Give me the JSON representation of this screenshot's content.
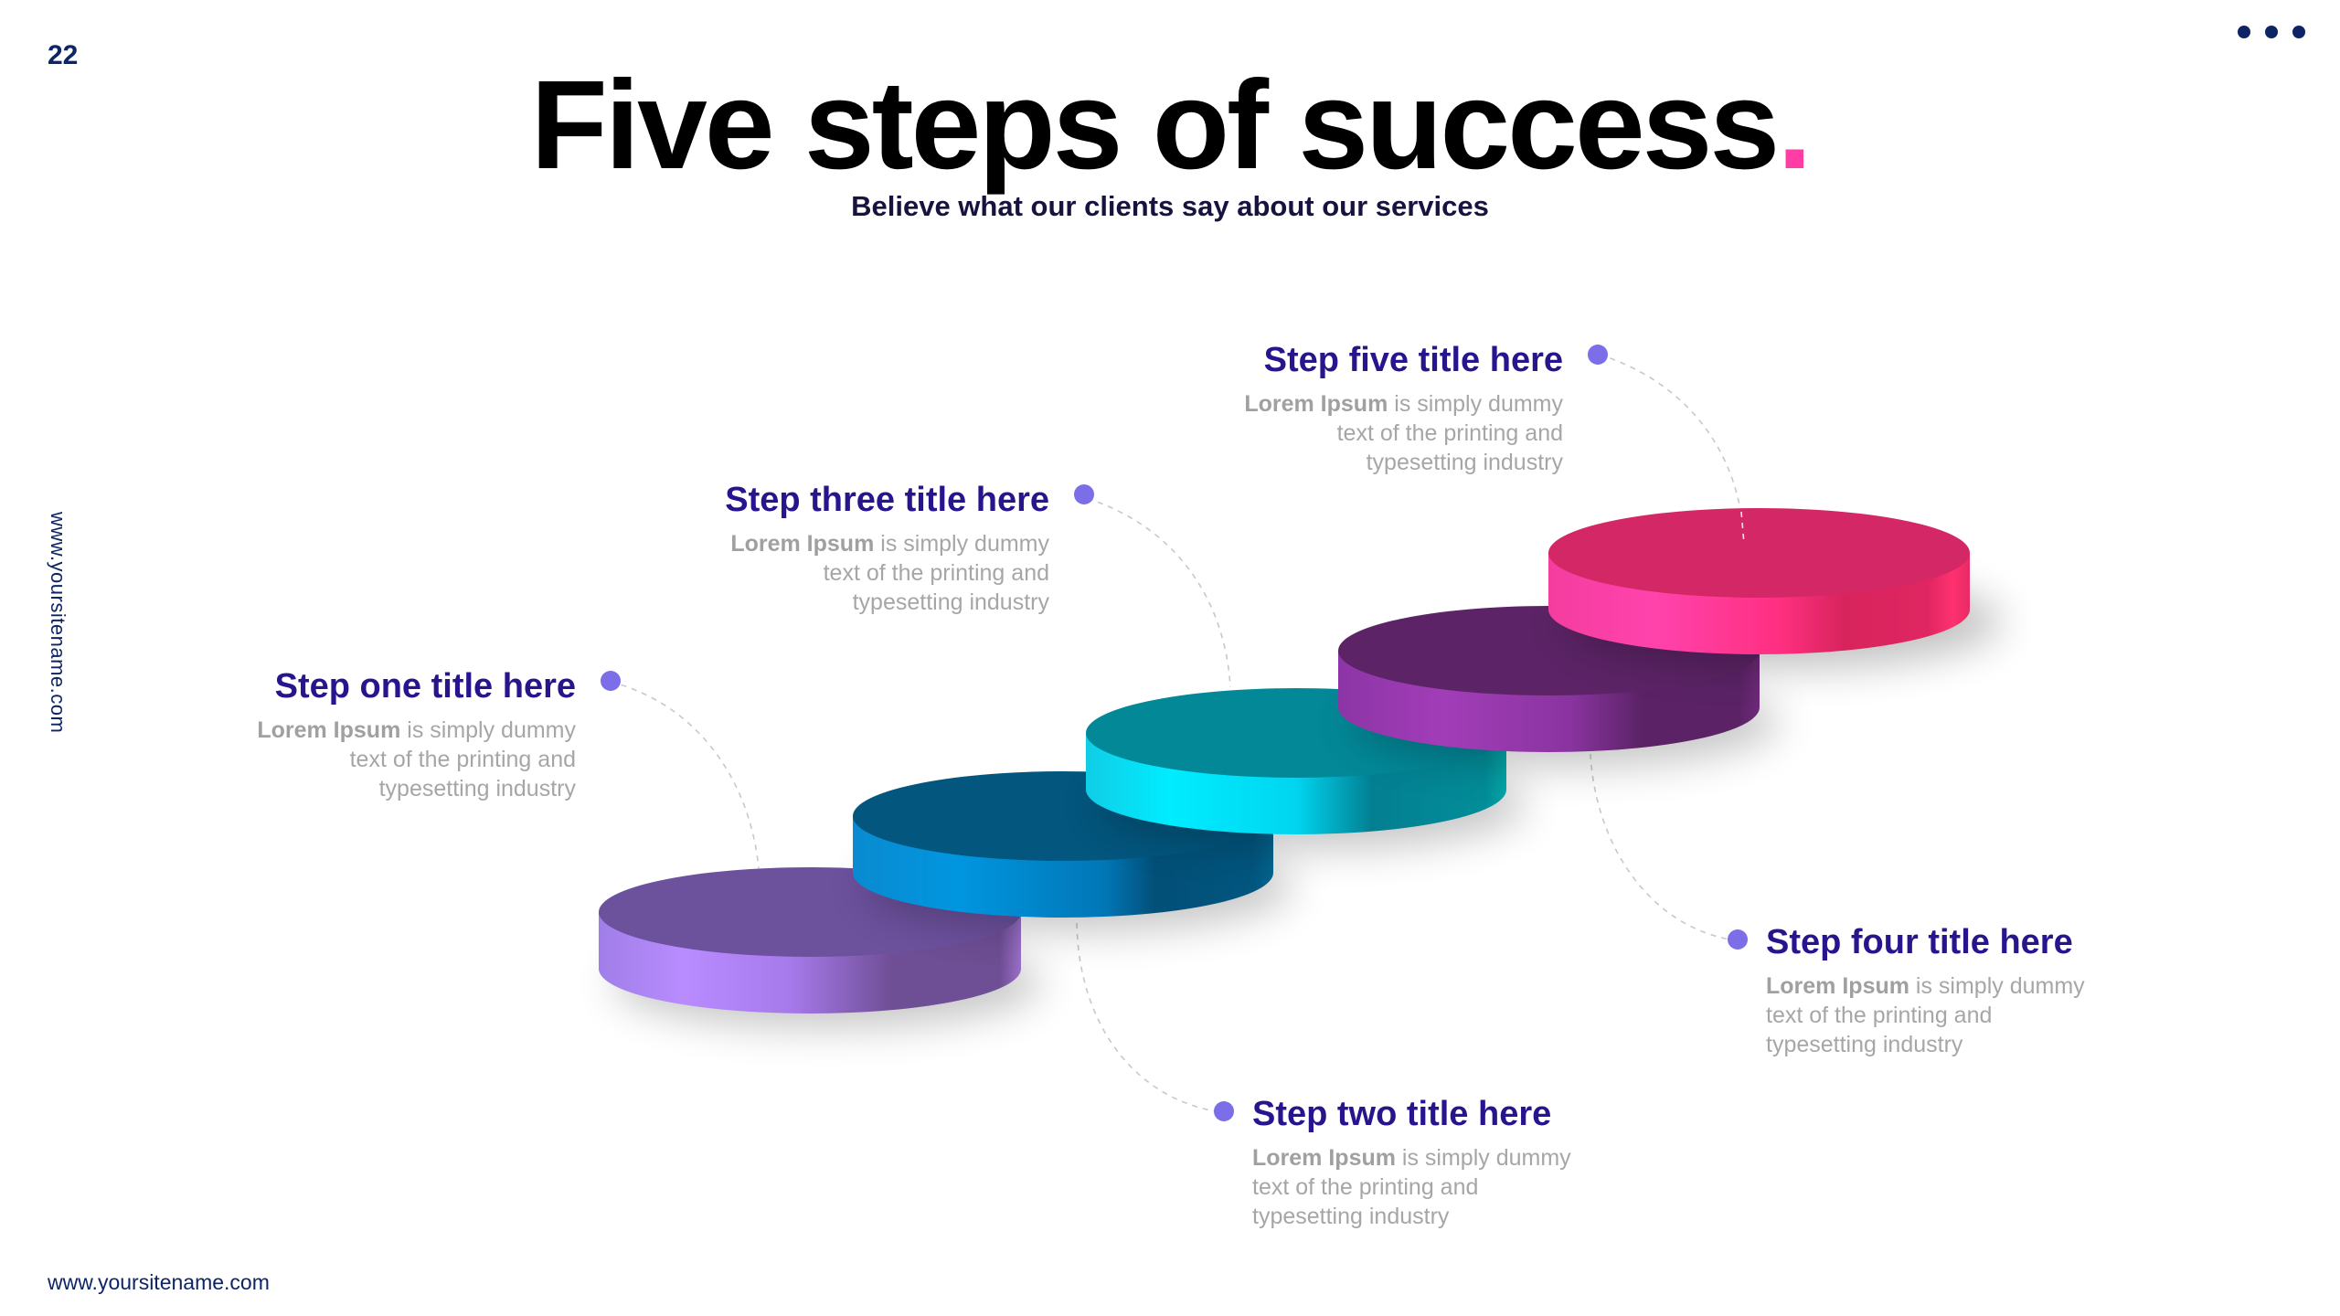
{
  "slide": {
    "page_number": "22",
    "menu_icon": "more-dots-icon",
    "side_url": "www.yoursitename.com",
    "footer_url": "www.yoursitename.com"
  },
  "header": {
    "title": "Five steps of success",
    "title_accent": ".",
    "subtitle": "Believe what our clients say about our services"
  },
  "colors": {
    "title": "#000000",
    "accent": "#ff3da4",
    "navy": "#0d2565",
    "step_title": "#27158e",
    "step_text": "#a6a6a6",
    "dot": "#7b6ee8"
  },
  "steps": [
    {
      "title": "Step one title here",
      "desc_bold": "Lorem Ipsum",
      "desc_line1": " is simply dummy",
      "desc_line2": "text of the printing and",
      "desc_line3": "typesetting industry",
      "disc_top": "#6c519d",
      "disc_side_light": "#b88cff",
      "disc_side_dark": "#6e4e94"
    },
    {
      "title": "Step two title here",
      "desc_bold": "Lorem Ipsum",
      "desc_line1": " is simply dummy",
      "desc_line2": "text of the printing and",
      "desc_line3": "typesetting industry",
      "disc_top": "#03567e",
      "disc_side_light": "#0096df",
      "disc_side_dark": "#024f78"
    },
    {
      "title": "Step three title here",
      "desc_bold": "Lorem Ipsum",
      "desc_line1": " is simply dummy",
      "desc_line2": "text of the printing and",
      "desc_line3": "typesetting industry",
      "disc_top": "#038898",
      "disc_side_light": "#00e8ff",
      "disc_side_dark": "#037f92"
    },
    {
      "title": "Step four title here",
      "desc_bold": "Lorem Ipsum",
      "desc_line1": " is simply dummy",
      "desc_line2": "text of the printing and",
      "desc_line3": "typesetting industry",
      "disc_top": "#5c2466",
      "disc_side_light": "#a23db8",
      "disc_side_dark": "#5b2366"
    },
    {
      "title": "Step five title here",
      "desc_bold": "Lorem Ipsum",
      "desc_line1": " is simply dummy",
      "desc_line2": "text of the printing and",
      "desc_line3": "typesetting industry",
      "disc_top": "#d42765",
      "disc_side_light": "#ff43ad",
      "disc_side_dark": "#d8245d"
    }
  ]
}
